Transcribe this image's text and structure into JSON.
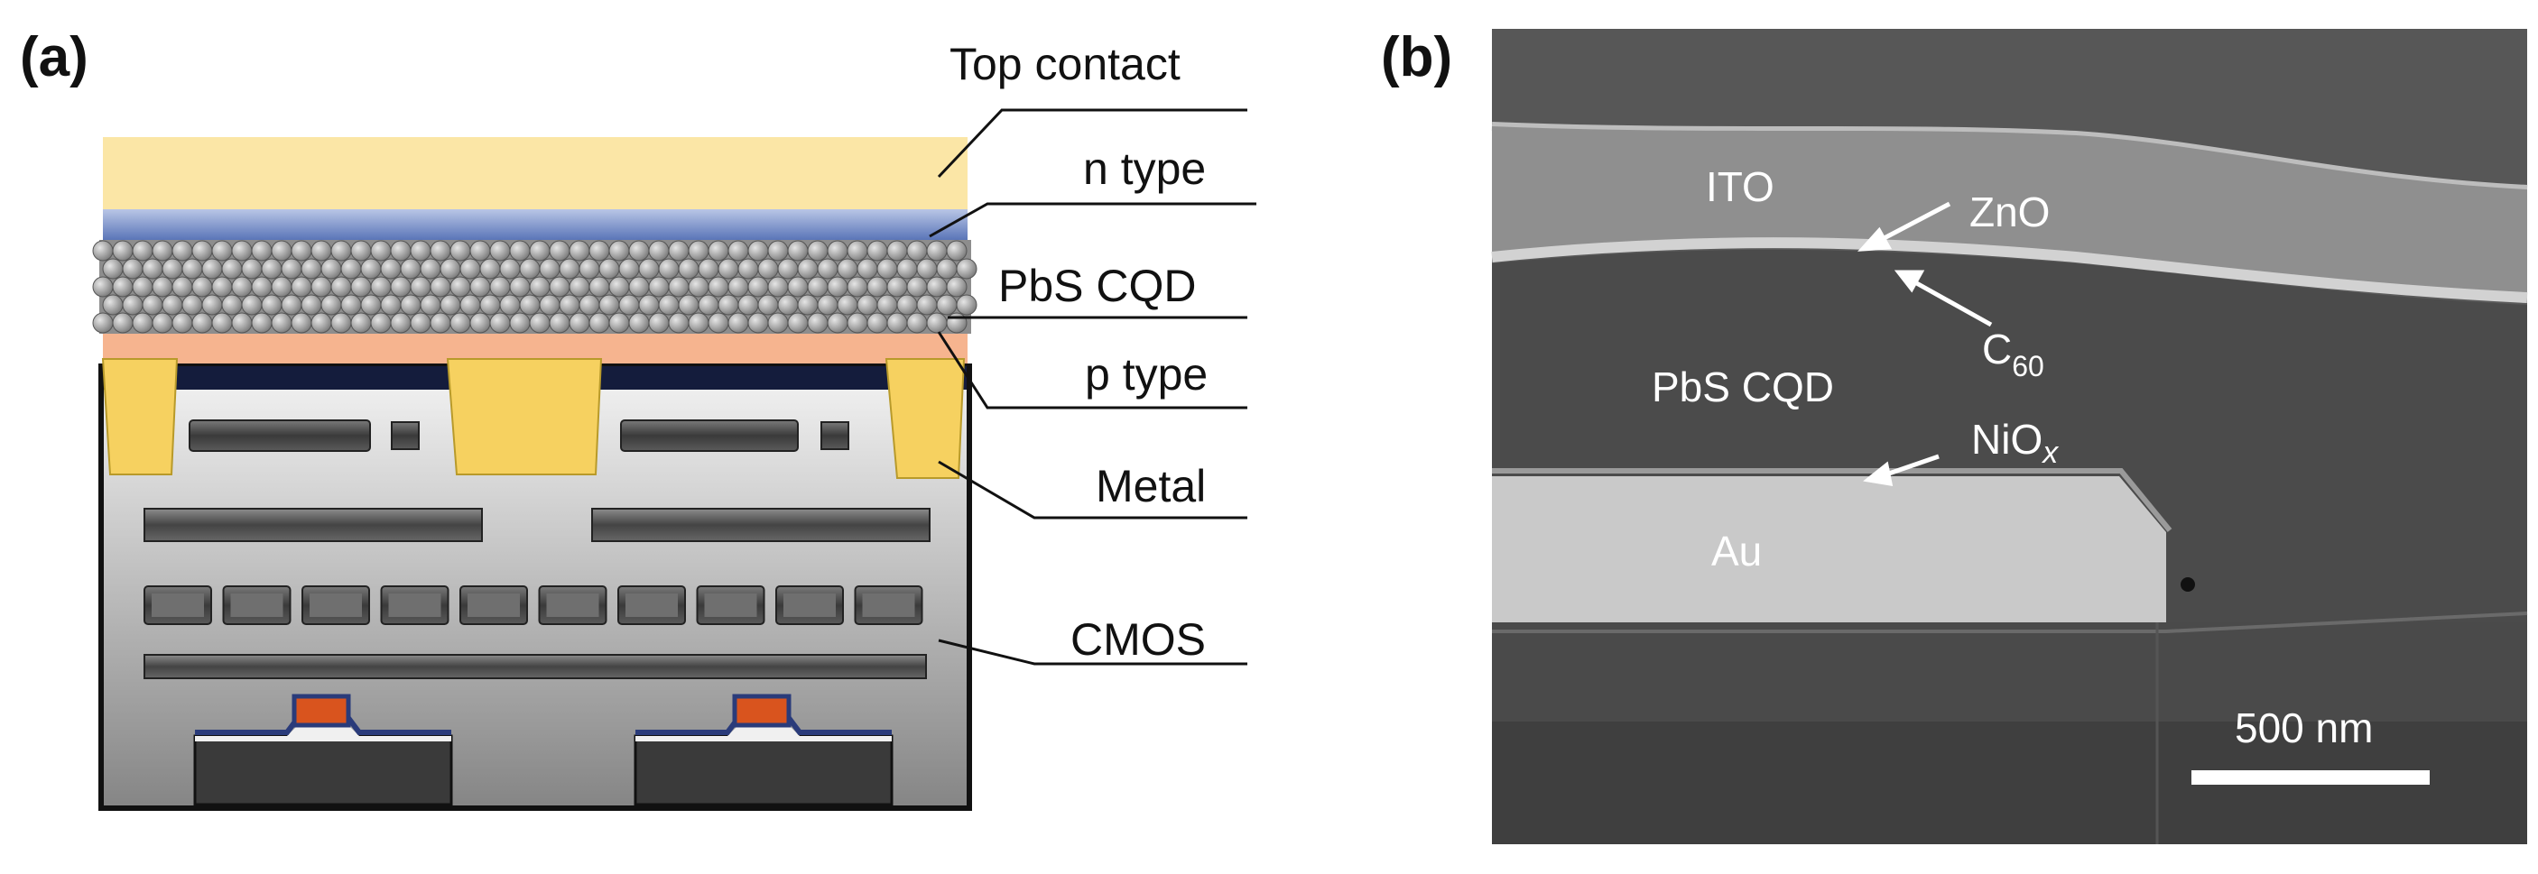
{
  "panel_a": {
    "letter": "(a)",
    "layers": [
      "Top contact",
      "n type",
      "PbS CQD",
      "p type",
      "Metal",
      "CMOS"
    ]
  },
  "panel_b": {
    "letter": "(b)",
    "labels": {
      "ito": "ITO",
      "zno": "ZnO",
      "c60_main": "C",
      "c60_sub": "60",
      "pbs": "PbS CQD",
      "niox_main": "NiO",
      "niox_sub": "x",
      "au": "Au"
    },
    "scale_bar": "500 nm"
  },
  "colors": {
    "top_contact": "#fbe6a6",
    "n_type": "#7f97cc",
    "p_type": "#f6b48f",
    "metal": "#f6d160",
    "cmos_gradient_top": "#f2f2f2",
    "cmos_gradient_bottom": "#8a8a8a",
    "gate_orange": "#d9541e"
  }
}
